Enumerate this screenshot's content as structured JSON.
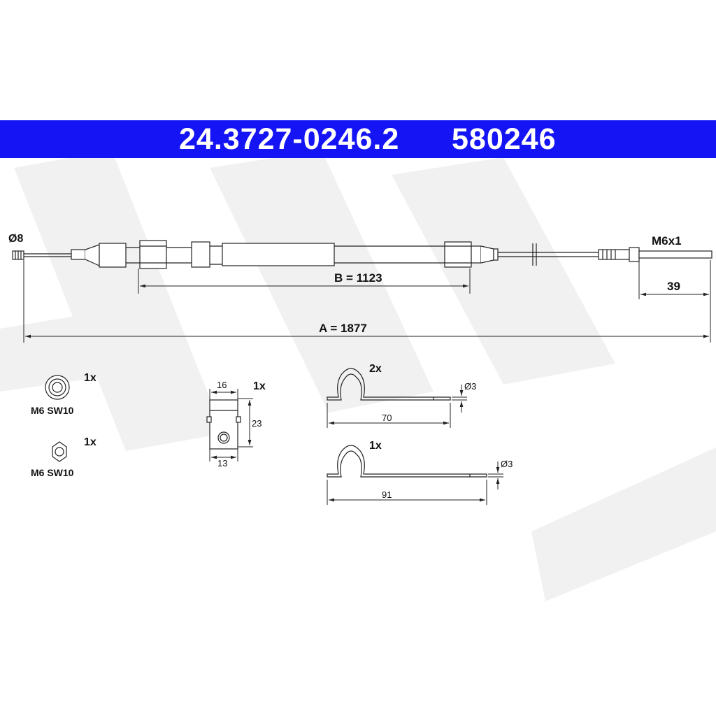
{
  "header": {
    "part_number": "24.3727-0246.2",
    "ref_number": "580246",
    "background_color": "#1414f5",
    "text_color": "#ffffff"
  },
  "cable": {
    "left_end_diameter": "Ø8",
    "right_thread": "M6x1",
    "right_end_length": "39",
    "dim_b": "B = 1123",
    "dim_a": "A = 1877"
  },
  "accessories": {
    "nut_round": {
      "qty": "1x",
      "label": "M6 SW10"
    },
    "nut_hex": {
      "qty": "1x",
      "label": "M6 SW10"
    },
    "clip": {
      "qty": "1x",
      "width_top": "16",
      "height": "23",
      "width_bottom": "13"
    },
    "spring_long": {
      "qty": "2x",
      "length": "70",
      "diameter": "Ø3"
    },
    "spring_short": {
      "qty": "1x",
      "length": "91",
      "diameter": "Ø3"
    }
  },
  "watermark": {
    "icon": "brand-logo-watermark",
    "color": "#f1f1f1"
  }
}
